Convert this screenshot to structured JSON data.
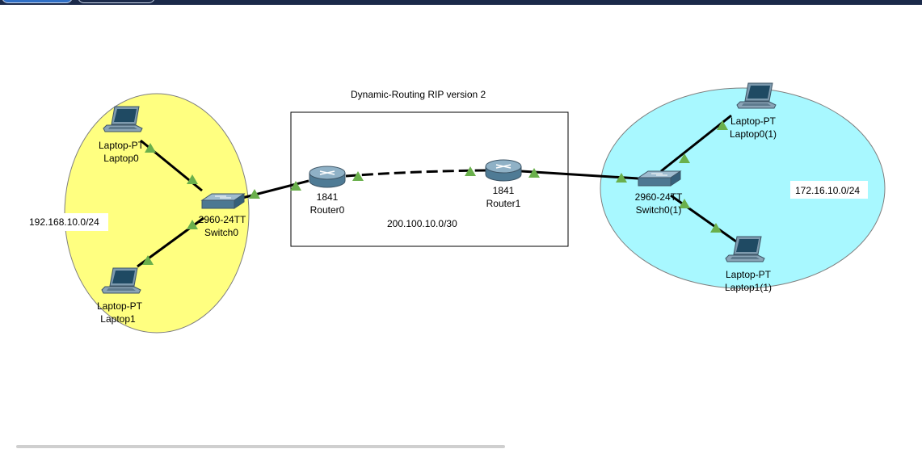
{
  "toolbar": {
    "tabs": [
      "",
      ""
    ],
    "colors": {
      "bar": "#1b2a4a",
      "tab_active": "#2f6fc6",
      "tab_inactive": "#1b2a4a"
    }
  },
  "diagram": {
    "title": "Dynamic-Routing RIP version 2",
    "networks": {
      "left": "192.168.10.0/24",
      "middle": "200.100.10.0/30",
      "right": "172.16.10.0/24"
    },
    "colors": {
      "left_zone": "#ffff80",
      "right_zone": "#a8f8ff",
      "link": "#000000",
      "link_up": "#6ab04c"
    },
    "devices": {
      "laptop0": {
        "model": "Laptop-PT",
        "name": "Laptop0",
        "icon": "laptop-icon"
      },
      "laptop1": {
        "model": "Laptop-PT",
        "name": "Laptop1",
        "icon": "laptop-icon"
      },
      "switch0": {
        "model": "2960-24TT",
        "name": "Switch0",
        "icon": "switch-icon"
      },
      "router0": {
        "model": "1841",
        "name": "Router0",
        "icon": "router-icon"
      },
      "router1": {
        "model": "1841",
        "name": "Router1",
        "icon": "router-icon"
      },
      "switch0_1": {
        "model": "2960-24TT",
        "name": "Switch0(1)",
        "icon": "switch-icon"
      },
      "laptop0_1": {
        "model": "Laptop-PT",
        "name": "Laptop0(1)",
        "icon": "laptop-icon"
      },
      "laptop1_1": {
        "model": "Laptop-PT",
        "name": "Laptop1(1)",
        "icon": "laptop-icon"
      }
    }
  }
}
